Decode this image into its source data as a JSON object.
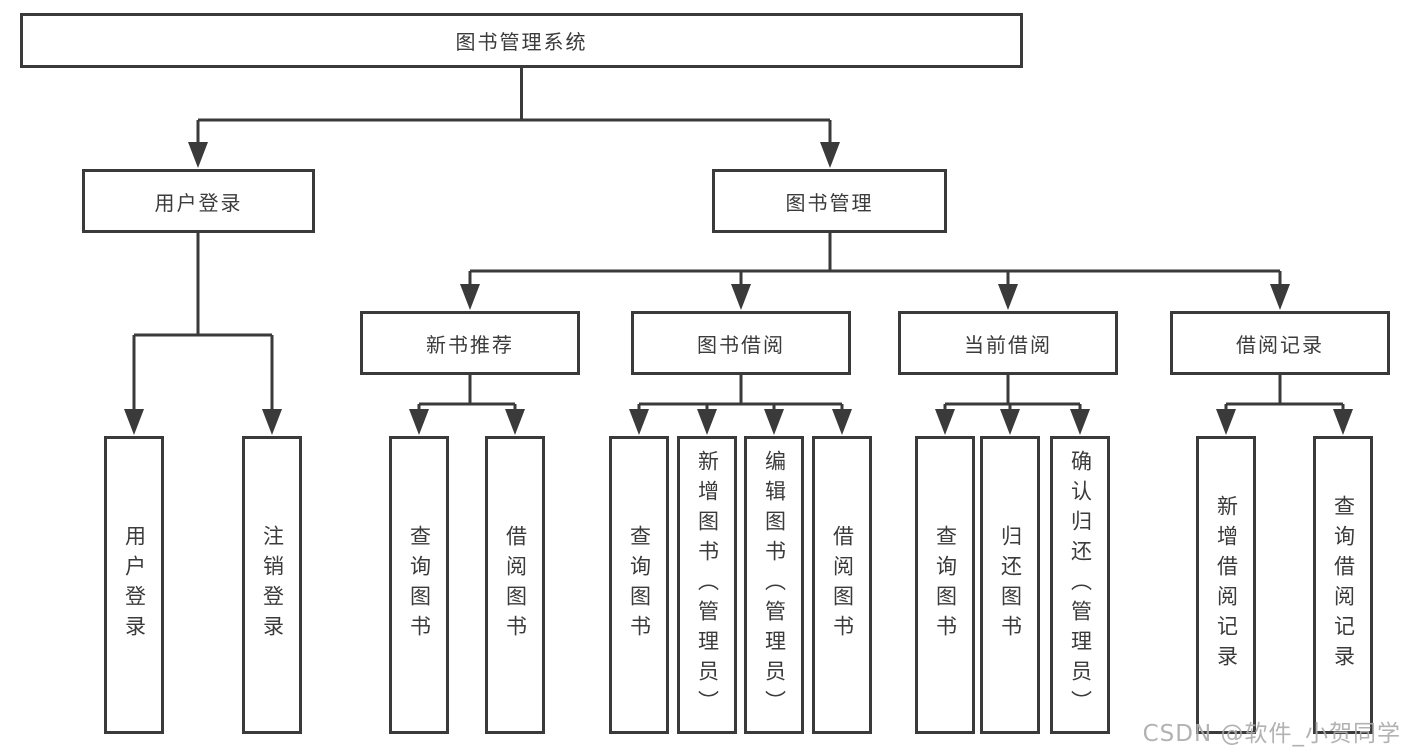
{
  "title": "图书管理系统",
  "tree": {
    "user_branch": {
      "label": "用户登录",
      "children": [
        "用户登录",
        "注销登录"
      ]
    },
    "book_branch": {
      "label": "图书管理",
      "sections": [
        {
          "label": "新书推荐",
          "children": [
            "查询图书",
            "借阅图书"
          ]
        },
        {
          "label": "图书借阅",
          "children": [
            "查询图书",
            "新增图书（管理员）",
            "编辑图书（管理员）",
            "借阅图书"
          ]
        },
        {
          "label": "当前借阅",
          "children": [
            "查询图书",
            "归还图书",
            "确认归还（管理员）"
          ]
        },
        {
          "label": "借阅记录",
          "children": [
            "新增借阅记录",
            "查询借阅记录"
          ]
        }
      ]
    }
  },
  "watermark": "CSDN @软件_小贺同学",
  "colors": {
    "line": "#3a3a3a",
    "text": "#3b3b3b",
    "watermark": "#ababab",
    "background": "#ffffff"
  }
}
